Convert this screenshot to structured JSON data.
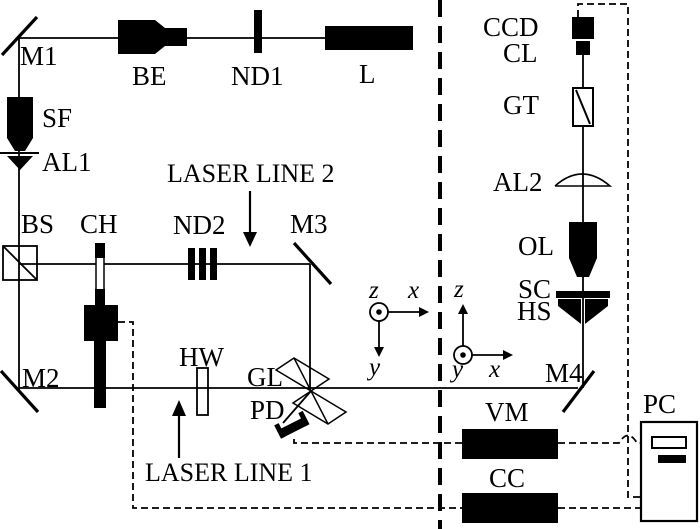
{
  "diagram": {
    "colors": {
      "ink": "#000000",
      "background": "#ffffff"
    },
    "labels": {
      "m1": "M1",
      "be": "BE",
      "nd1": "ND1",
      "l": "L",
      "sf": "SF",
      "al1": "AL1",
      "laser_line_2": "LASER LINE 2",
      "bs": "BS",
      "ch": "CH",
      "nd2": "ND2",
      "m3": "M3",
      "m2": "M2",
      "hw": "HW",
      "gl": "GL",
      "pd": "PD",
      "laser_line_1": "LASER LINE 1",
      "ccd": "CCD",
      "cl": "CL",
      "gt": "GT",
      "al2": "AL2",
      "ol": "OL",
      "sc": "SC",
      "hs": "HS",
      "m4": "M4",
      "vm": "VM",
      "cc": "CC",
      "pc": "PC"
    },
    "axes": {
      "left": {
        "z": "z",
        "x": "x",
        "y": "y"
      },
      "right": {
        "z": "z",
        "x": "x",
        "y": "y"
      }
    }
  }
}
